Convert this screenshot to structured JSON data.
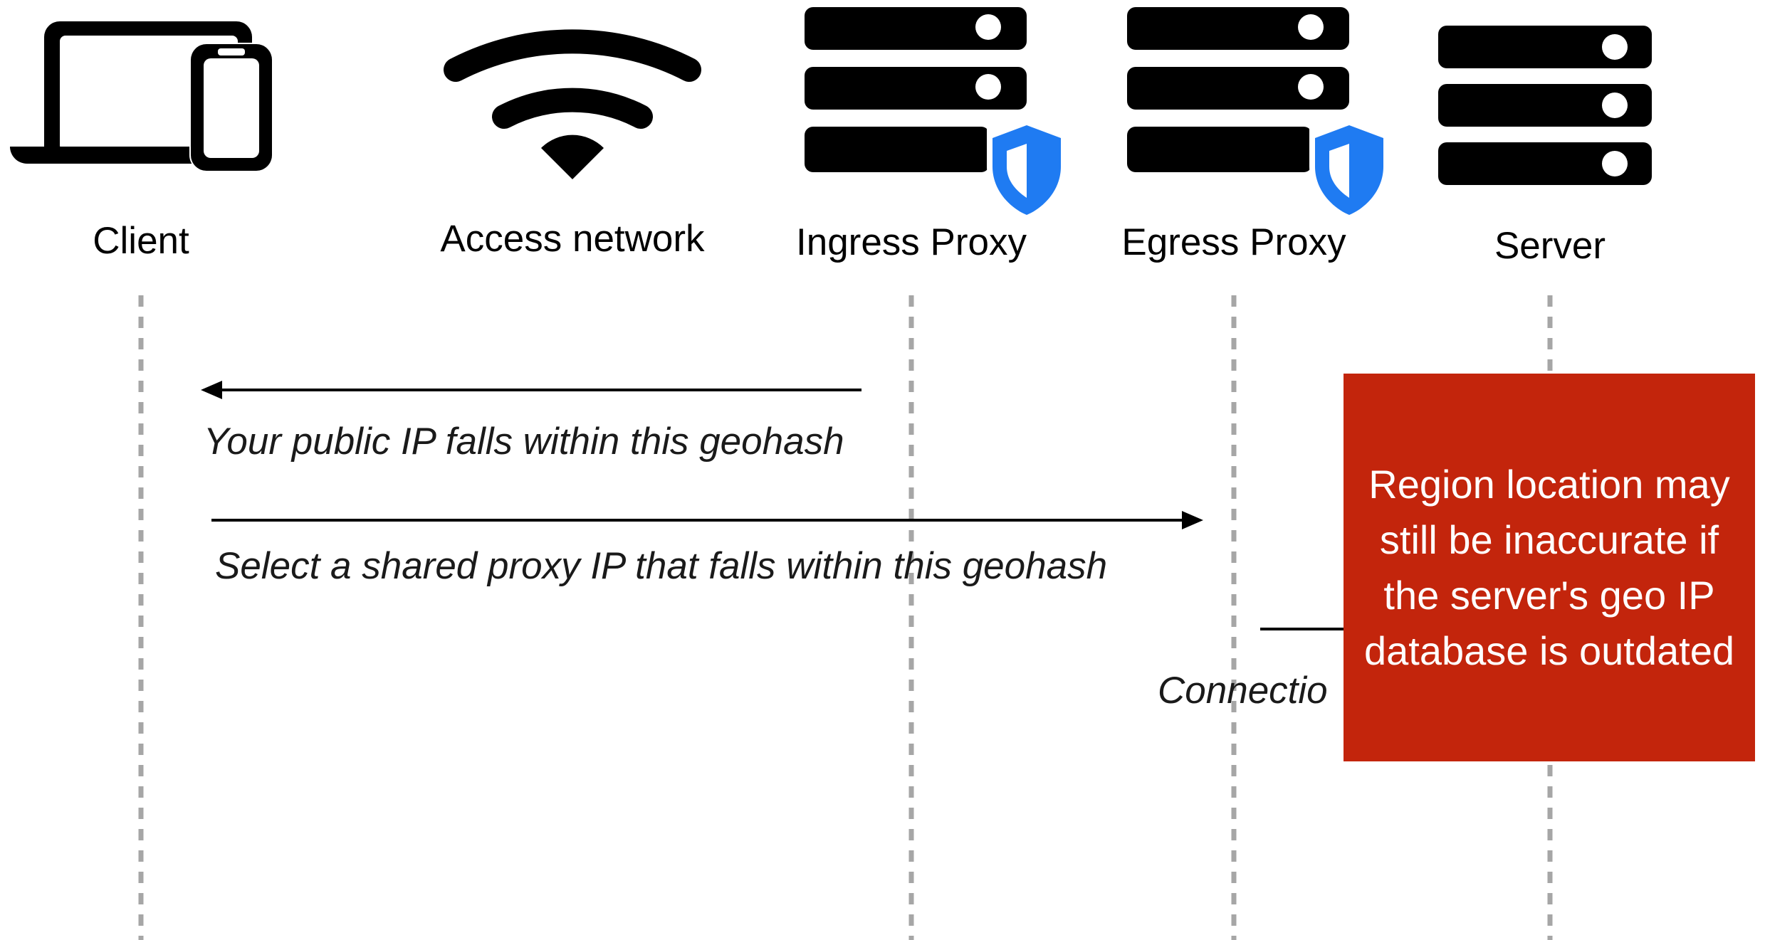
{
  "actors": {
    "client": "Client",
    "access_network": "Access network",
    "ingress_proxy": "Ingress Proxy",
    "egress_proxy": "Egress Proxy",
    "server": "Server"
  },
  "icons": {
    "client": "laptop-and-phone-icon",
    "access_network": "wifi-icon",
    "ingress_proxy": "server-with-shield-icon",
    "egress_proxy": "server-with-shield-icon",
    "server": "server-rack-icon"
  },
  "messages": [
    {
      "text": "Your public IP falls within this geohash",
      "from": "Ingress Proxy",
      "to": "Client"
    },
    {
      "text": "Select a shared proxy IP that falls within this geohash",
      "from": "Client",
      "to": "Egress Proxy"
    },
    {
      "text": "Connectio",
      "from": "Egress Proxy",
      "to": "Server"
    }
  ],
  "callout": {
    "text": "Region location may still be inaccurate if the server's geo IP database is outdated",
    "color": "#c3250c"
  },
  "colors": {
    "shield": "#1f7bf2",
    "lifeline": "#a6a6a6",
    "icon": "#000000"
  }
}
